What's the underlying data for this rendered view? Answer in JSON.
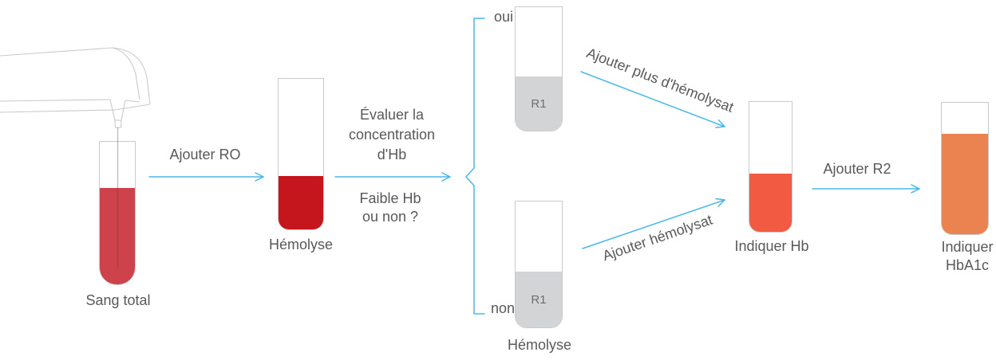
{
  "colors": {
    "arrow": "#4ab7e8",
    "text": "#58595b",
    "outline": "#c9cacc",
    "r1_text": "#6d6e70"
  },
  "flow": {
    "whole_blood": {
      "label": "Sang total",
      "fill": "#ce434b"
    },
    "arrow_ro": {
      "label": "Ajouter RO"
    },
    "hemolysis": {
      "label": "Hémolyse",
      "fill": "#c4161c"
    },
    "decision": {
      "above_line1": "Évaluer la",
      "above_line2": "concentration",
      "above_line3": "d'Hb",
      "below_line1": "Faible Hb",
      "below_line2": "ou non ?",
      "branch_yes": "oui",
      "branch_no": "non"
    },
    "r1_yes": {
      "tube_text": "R1",
      "fill": "#d3d4d6"
    },
    "r1_no": {
      "tube_text": "R1",
      "label": "Hémolyse",
      "fill": "#d3d4d6"
    },
    "arrow_yes": {
      "label": "Ajouter plus d'hémolysat"
    },
    "arrow_no": {
      "label": "Ajouter hémolysat"
    },
    "hb_result": {
      "label": "Indiquer Hb",
      "fill": "#f25a41"
    },
    "arrow_r2": {
      "label": "Ajouter R2"
    },
    "hba1c_result": {
      "label_line1": "Indiquer",
      "label_line2": "HbA1c",
      "fill": "#eb8350"
    }
  }
}
